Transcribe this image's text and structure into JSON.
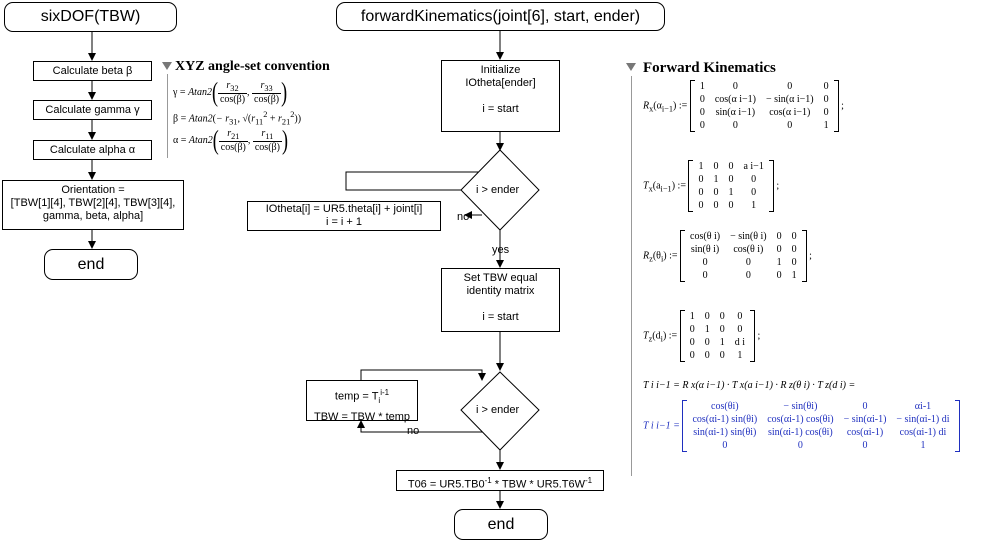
{
  "left_flow": {
    "title": "sixDOF(TBW)",
    "step1": "Calculate beta β",
    "step2": "Calculate gamma γ",
    "step3": "Calculate alpha α",
    "orientation_l1": "Orientation =",
    "orientation_l2": "[TBW[1][4], TBW[2][4], TBW[3][4],",
    "orientation_l3": "gamma, beta, alpha]",
    "end": "end"
  },
  "xyz_section": {
    "title": "XYZ angle-set convention",
    "gamma_lhs": "γ =",
    "beta_lhs": "β =",
    "alpha_lhs": "α =",
    "atan": "Atan2",
    "r32": "r",
    "sub32": "32",
    "r33": "r",
    "sub33": "33",
    "cosb": "cos(β)",
    "r31": "− r",
    "sub31": "31",
    "sqrt_body": "r",
    "sub11": "11",
    "sub21": "21",
    "sq": "2",
    "plus": "+",
    "r21": "r",
    "r11": "r"
  },
  "mid_flow": {
    "title": "forwardKinematics(joint[6], start, ender)",
    "init_l1": "Initialize",
    "init_l2": "IOtheta[ender]",
    "init_l3": "i = start",
    "diamond1": "i > ender",
    "loop1_l1": "IOtheta[i] = UR5.theta[i] + joint[i]",
    "loop1_l2": "i = i + 1",
    "no1": "no",
    "yes1": "yes",
    "set_l1": "Set TBW equal",
    "set_l2": "identity matrix",
    "set_l3": "i = start",
    "diamond2": "i > ender",
    "temp_l1": "temp = T",
    "temp_sub": "i",
    "temp_sup": "i-1",
    "temp_l2": "TBW = TBW * temp",
    "no2": "no",
    "t06_a": "T06 = UR5.TB0",
    "t06_sup1": "-1",
    "t06_b": " * TBW * UR5.T6W",
    "t06_sup2": "-1",
    "end": "end"
  },
  "fk_section": {
    "title": "Forward Kinematics",
    "rx_lhs": "R",
    "rx_sub": "x",
    "rx_arg": "(α",
    "rx_arg_sub": "i−1",
    "assign": ":=",
    "rx_matrix": [
      [
        "1",
        "0",
        "0",
        "0"
      ],
      [
        "0",
        "cos(α i−1)",
        "− sin(α i−1)",
        "0"
      ],
      [
        "0",
        "sin(α i−1)",
        "cos(α i−1)",
        "0"
      ],
      [
        "0",
        "0",
        "0",
        "1"
      ]
    ],
    "tx_lhs": "T",
    "tx_sub": "x",
    "tx_arg": "(a",
    "tx_matrix": [
      [
        "1",
        "0",
        "0",
        "a i−1"
      ],
      [
        "0",
        "1",
        "0",
        "0"
      ],
      [
        "0",
        "0",
        "1",
        "0"
      ],
      [
        "0",
        "0",
        "0",
        "1"
      ]
    ],
    "rz_lhs": "R",
    "rz_sub": "z",
    "rz_arg": "(θ",
    "rz_arg_sub": "i",
    "rz_matrix": [
      [
        "cos(θ i)",
        "− sin(θ i)",
        "0",
        "0"
      ],
      [
        "sin(θ i)",
        "cos(θ i)",
        "0",
        "0"
      ],
      [
        "0",
        "0",
        "1",
        "0"
      ],
      [
        "0",
        "0",
        "0",
        "1"
      ]
    ],
    "tz_lhs": "T",
    "tz_sub": "z",
    "tz_arg": "(d",
    "tz_matrix": [
      [
        "1",
        "0",
        "0",
        "0"
      ],
      [
        "0",
        "1",
        "0",
        "0"
      ],
      [
        "0",
        "0",
        "1",
        "d i"
      ],
      [
        "0",
        "0",
        "0",
        "1"
      ]
    ],
    "product": "T i i−1 = R x(α i−1) · T x(a i−1) · R z(θ i) · T z(d i) =",
    "result_lhs": "T i i−1 =",
    "result_matrix": [
      [
        "cos(θi)",
        "− sin(θi)",
        "0",
        "αi-1"
      ],
      [
        "cos(αi-1) sin(θi)",
        "cos(αi-1) cos(θi)",
        "− sin(αi-1)",
        "− sin(αi-1) di"
      ],
      [
        "sin(αi-1) sin(θi)",
        "sin(αi-1) cos(θi)",
        "cos(αi-1)",
        "cos(αi-1) di"
      ],
      [
        "0",
        "0",
        "0",
        "1"
      ]
    ],
    "colon": ";"
  },
  "colors": {
    "line": "#000000",
    "math_blue": "#1f2fbf",
    "collapse_arrow": "#777777"
  }
}
